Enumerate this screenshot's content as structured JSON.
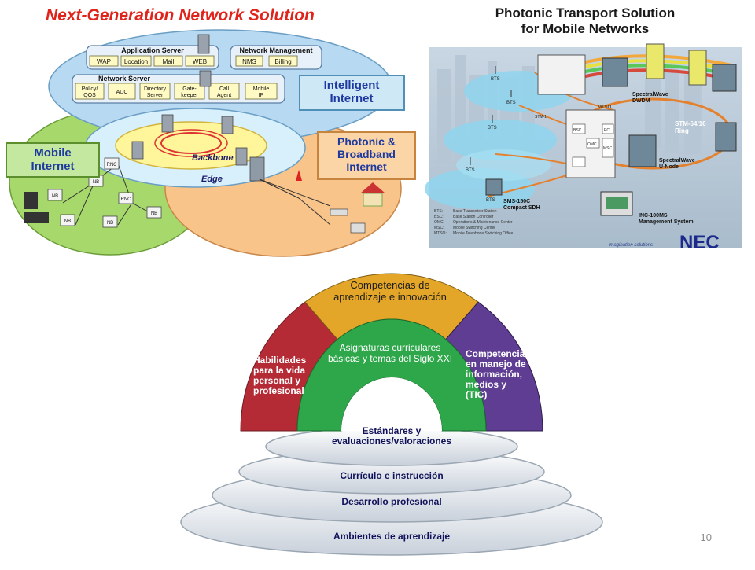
{
  "slide": {
    "page_number": "10"
  },
  "ngn": {
    "title": "Next-Generation Network Solution",
    "application_server": {
      "label": "Application Server",
      "items": [
        "WAP",
        "Location",
        "Mail",
        "WEB"
      ]
    },
    "network_management": {
      "label": "Network Management",
      "items": [
        "NMS",
        "Billing"
      ]
    },
    "network_server": {
      "label": "Network Server",
      "items": [
        "Policy/\nQOS",
        "AUC",
        "Directory\nServer",
        "Gate-\nkeeper",
        "Call\nAgent",
        "Mobile\nIP"
      ]
    },
    "intelligent_internet": "Intelligent\nInternet",
    "mobile_internet": "Mobile\nInternet",
    "photonic_internet": "Photonic &\nBroadband\nInternet",
    "backbone": "Backbone",
    "edge": "Edge",
    "node_labels": [
      "RNC",
      "RNC",
      "NB",
      "NB",
      "NB",
      "NB",
      "NB"
    ]
  },
  "pts": {
    "title": "Photonic Transport Solution\nfor Mobile Networks",
    "labels": {
      "spectralwave_dwdm": "SpectralWave\nDWDM",
      "stm_ring": "STM-64/16\nRing",
      "spectralwave_unode": "SpectralWave\nU-Node",
      "sms_150c": "SMS-150C\nCompact SDH",
      "inc_100ms": "INC-100MS\nManagement System",
      "mtso": "MTSO",
      "bsc": "BSC",
      "omc": "OMC",
      "msc": "MSC",
      "ec": "EC",
      "bts": "BTS",
      "stm1": "STM-1"
    },
    "legend": [
      {
        "abbr": "BTS:",
        "text": "Base Transceiver Station"
      },
      {
        "abbr": "BSC:",
        "text": "Base Station Controller"
      },
      {
        "abbr": "OMC:",
        "text": "Operations & Maintenance Center"
      },
      {
        "abbr": "MSC:",
        "text": "Mobile Switching Center"
      },
      {
        "abbr": "MTSO:",
        "text": "Mobile Telephone Switching Office"
      }
    ],
    "imagination": "imagination  solutions",
    "brand": "NEC"
  },
  "rainbow": {
    "top": "Competencias de\naprendizaje e innovación",
    "left": "Habilidades\npara la vida\npersonal y\nprofesional",
    "right": "Competencia\nen manejo de\ninformación,\nmedios y\n(TIC)",
    "center": "Asignaturas curriculares\nbásicas y temas del Siglo XXI",
    "rings": [
      "Estándares y\nevaluaciones/valoraciones",
      "Currículo e instrucción",
      "Desarrollo profesional",
      "Ambientes de aprendizaje"
    ],
    "colors": {
      "top": "#e3a628",
      "left": "#b42a35",
      "right": "#5f3d93",
      "center": "#2ea74a"
    }
  }
}
